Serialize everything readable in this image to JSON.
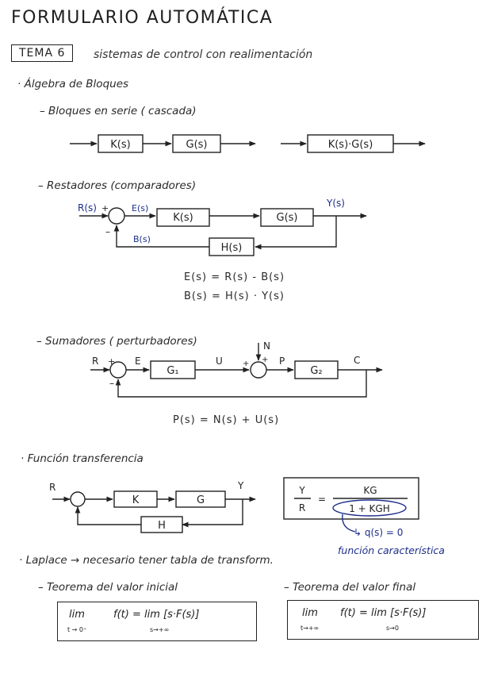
{
  "title": "FORMULARIO AUTOMÁTICA",
  "tema": {
    "label": "TEMA 6",
    "description": "sistemas de control con realimentación"
  },
  "sections": {
    "algebra": "· Álgebra de Bloques",
    "serie": "– Bloques en serie ( cascada)",
    "restadores": "– Restadores (comparadores)",
    "sumadores": "– Sumadores ( perturbadores)",
    "transferencia": "· Función transferencia",
    "laplace": "· Laplace → necesario tener tabla de transform.",
    "inicial": "– Teorema del valor inicial",
    "final": "– Teorema del valor final"
  },
  "serie_diagram": {
    "b1": "K(s)",
    "b2": "G(s)",
    "combined": "K(s)·G(s)"
  },
  "restador_diagram": {
    "input": "R(s)",
    "plus": "+",
    "minus": "–",
    "error": "E(s)",
    "b1": "K(s)",
    "b2": "G(s)",
    "output": "Y(s)",
    "feedback_sig": "B(s)",
    "feedback": "H(s)"
  },
  "restador_eqs": {
    "eq1": "E(s) = R(s) - B(s)",
    "eq2": "B(s) = H(s) · Y(s)"
  },
  "sumador_diagram": {
    "input": "R",
    "plus1": "+",
    "minus1": "–",
    "error": "E",
    "b1": "G₁",
    "u": "U",
    "disturbance": "N",
    "plus2": "+",
    "plus3": "+",
    "p": "P",
    "b2": "G₂",
    "output": "C"
  },
  "sumador_eq": "P(s) = N(s) + U(s)",
  "transfer_diagram": {
    "input": "R",
    "b1": "K",
    "b2": "G",
    "output": "Y",
    "feedback": "H"
  },
  "transfer_formula": {
    "lhs_num": "Y",
    "lhs_den": "R",
    "equals": "=",
    "rhs_num": "KG",
    "rhs_den": "1 + KGH"
  },
  "characteristic": {
    "eq": "↳ q(s) = 0",
    "label": "función característica"
  },
  "theorems": {
    "inicial": {
      "lhs": "lim",
      "func": "f(t) = lim [s·F(s)]",
      "sub1": "t → 0⁺",
      "sub2": "s→+∞"
    },
    "final": {
      "lhs": "lim",
      "func": "f(t) = lim [s·F(s)]",
      "sub1": "t→+∞",
      "sub2": "s→0"
    }
  }
}
